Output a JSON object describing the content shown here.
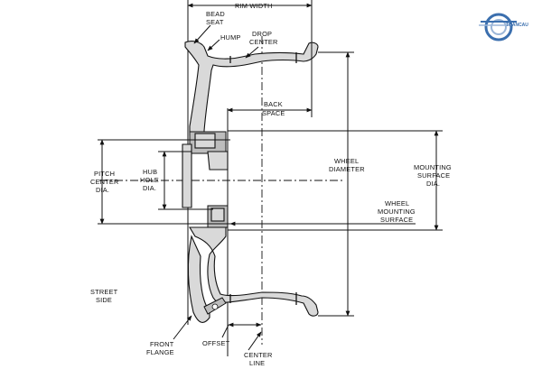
{
  "labels": {
    "rim_width": "RIM WIDTH",
    "bead_seat_1": "BEAD",
    "bead_seat_2": "SEAT",
    "hump": "HUMP",
    "drop_center_1": "DROP",
    "drop_center_2": "CENTER",
    "back_space_1": "BACK",
    "back_space_2": "SPACE",
    "wheel_diameter_1": "WHEEL",
    "wheel_diameter_2": "DIAMETER",
    "mounting_surface_dia_1": "MOUNTING",
    "mounting_surface_dia_2": "SURFACE",
    "mounting_surface_dia_3": "DIA.",
    "wheel_mounting_surface_1": "WHEEL",
    "wheel_mounting_surface_2": "MOUNTING",
    "wheel_mounting_surface_3": "SURFACE",
    "pitch_center_dia_1": "PITCH",
    "pitch_center_dia_2": "CENTER",
    "pitch_center_dia_3": "DIA.",
    "hub_hole_dia_1": "HUB",
    "hub_hole_dia_2": "HOLE",
    "hub_hole_dia_3": "DIA.",
    "street_side_1": "STREET",
    "street_side_2": "SIDE",
    "front_flange_1": "FRONT",
    "front_flange_2": "FLANGE",
    "offset": "OFFSET",
    "center_line_1": "CENTER",
    "center_line_2": "LINE"
  },
  "logo": {
    "text": "TOANCAU"
  },
  "colors": {
    "rim_fill": "#d9d9d9",
    "line": "#111111",
    "logo_blue": "#3b6fae"
  }
}
